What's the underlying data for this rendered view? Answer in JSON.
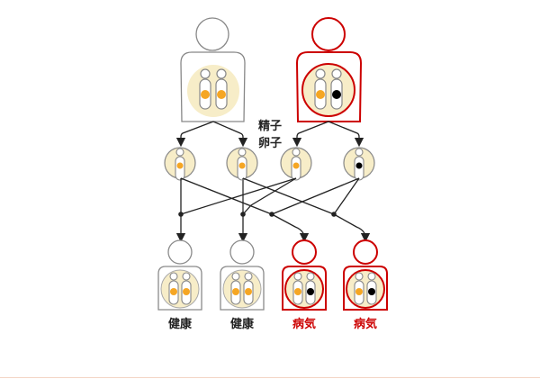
{
  "labels": {
    "sperm": "精子",
    "egg": "卵子"
  },
  "children": [
    {
      "label": "健康",
      "status": "healthy"
    },
    {
      "label": "健康",
      "status": "healthy"
    },
    {
      "label": "病気",
      "status": "sick"
    },
    {
      "label": "病気",
      "status": "sick"
    }
  ],
  "colors": {
    "healthy_outline": "#8a8a8a",
    "sick_outline": "#cc0000",
    "cell_fill": "#f7edc8",
    "normal_gene": "#f5a623",
    "mutant_gene": "#000000",
    "healthy_text": "#222222",
    "sick_text": "#cc0000"
  }
}
